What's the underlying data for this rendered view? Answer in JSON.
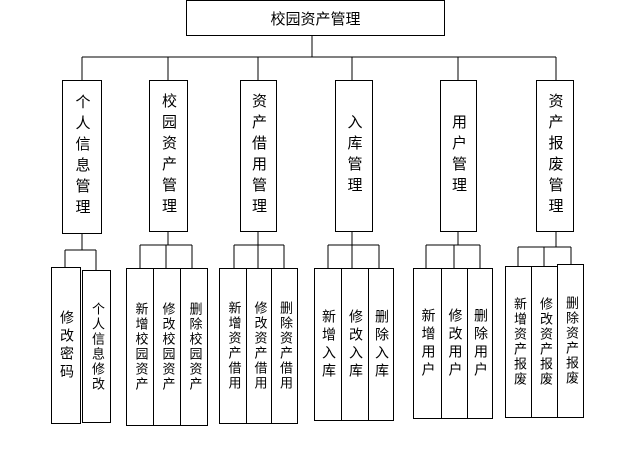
{
  "root": "校园资产管理",
  "modules": [
    {
      "label": "个人信息管理",
      "leaves": [
        "修改密码",
        "个人信息修改"
      ]
    },
    {
      "label": "校园资产管理",
      "leaves": [
        "新增校园资产",
        "修改校园资产",
        "删除校园资产"
      ]
    },
    {
      "label": "资产借用管理",
      "leaves": [
        "新增资产借用",
        "修改资产借用",
        "删除资产借用"
      ]
    },
    {
      "label": "入库管理",
      "leaves": [
        "新增入库",
        "修改入库",
        "删除入库"
      ]
    },
    {
      "label": "用户管理",
      "leaves": [
        "新增用户",
        "修改用户",
        "删除用户"
      ]
    },
    {
      "label": "资产报废管理",
      "leaves": [
        "新增资产报废",
        "修改资产报废",
        "删除资产报废"
      ]
    }
  ]
}
